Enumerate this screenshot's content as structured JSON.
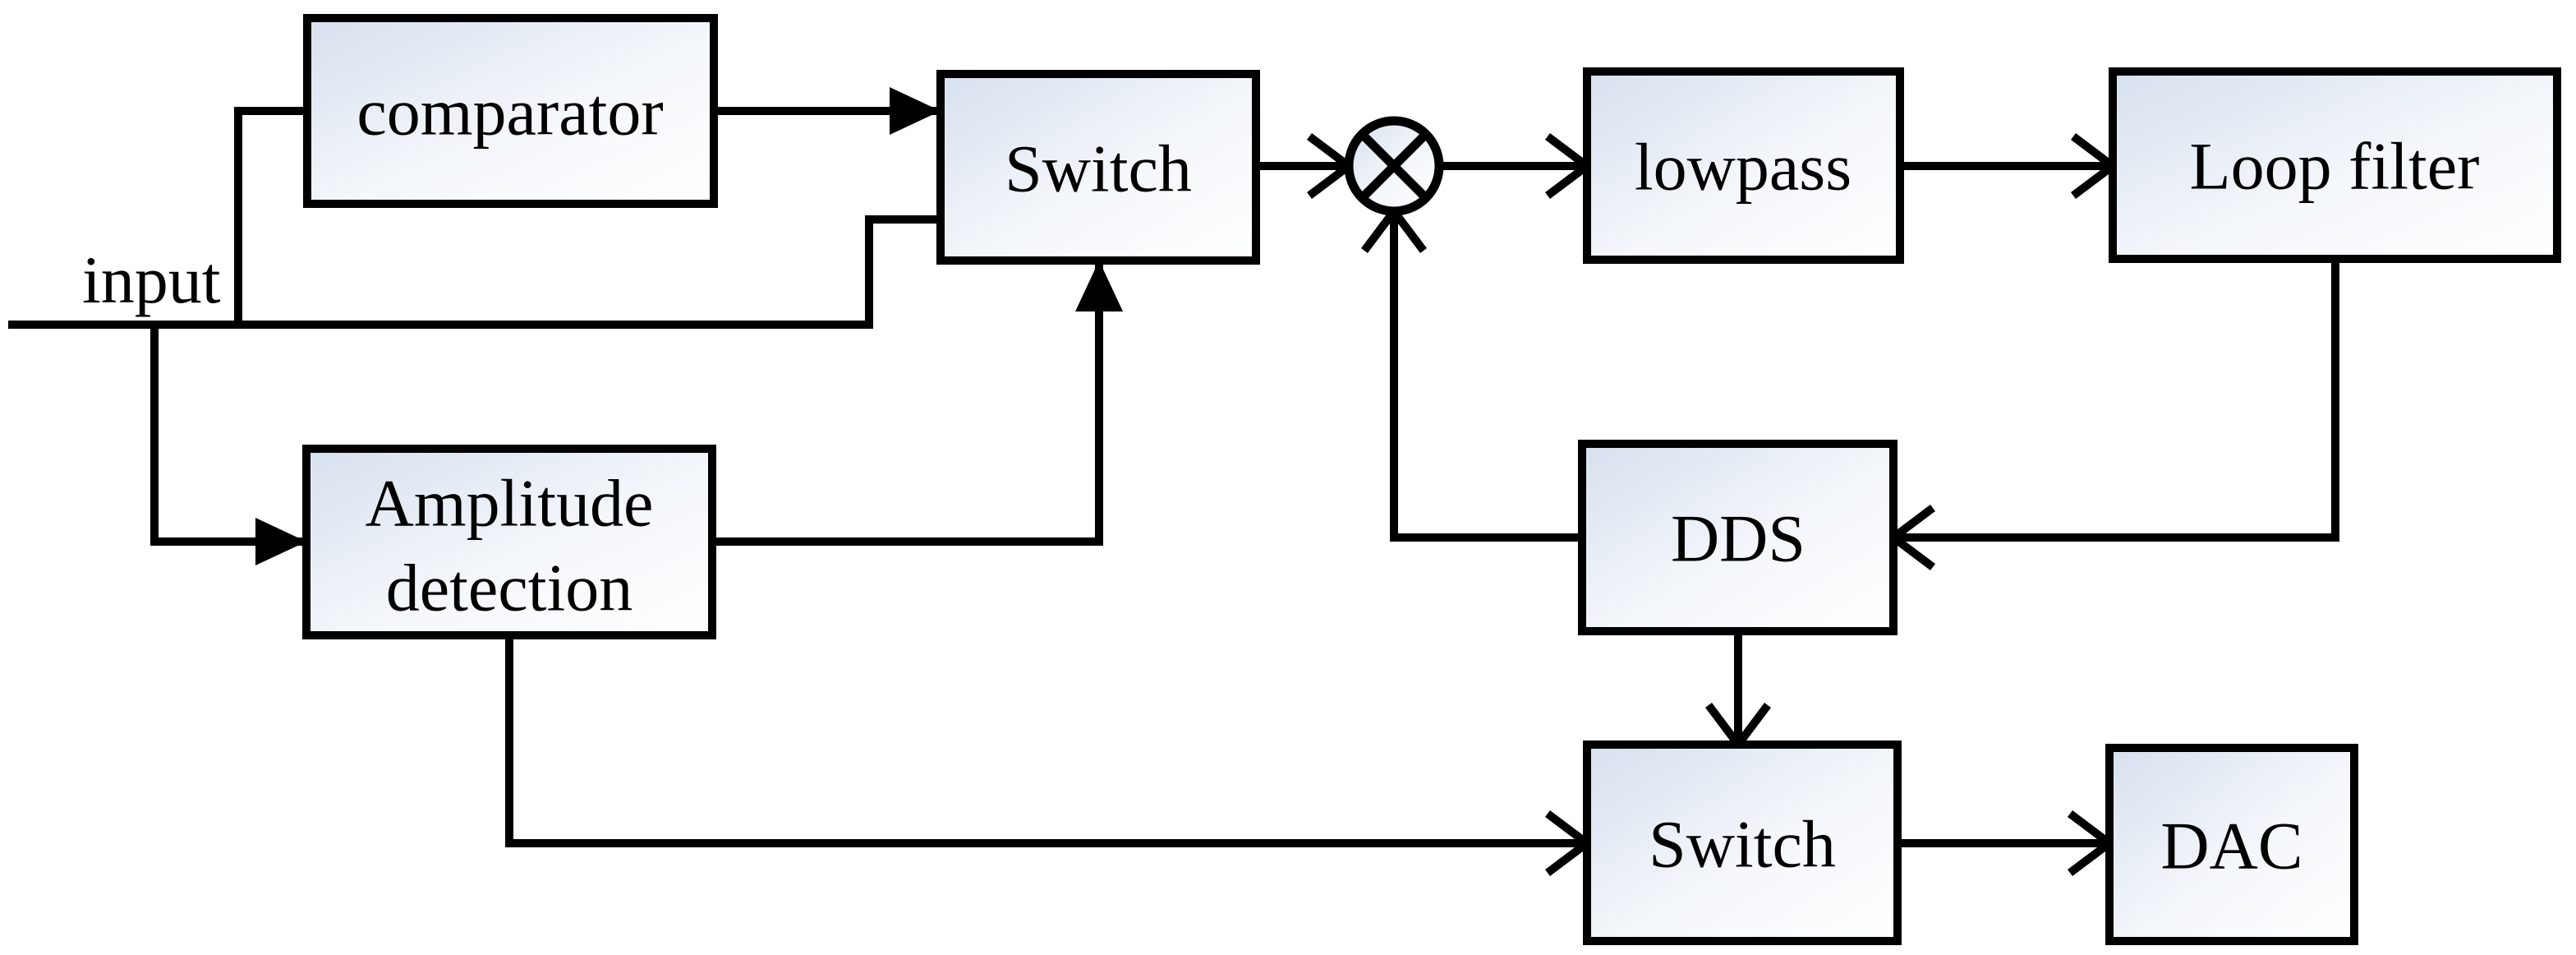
{
  "diagram": {
    "type": "block-diagram",
    "colors": {
      "background": "#ffffff",
      "stroke": "#000000",
      "box_gradient_start": "#d7e0ee",
      "box_gradient_mid": "#f4f7fb",
      "box_gradient_end": "#ffffff"
    },
    "input_label": "input",
    "nodes": {
      "comparator": {
        "label": "comparator"
      },
      "switch_top": {
        "label": "Switch"
      },
      "lowpass": {
        "label": "lowpass"
      },
      "loop_filter": {
        "label": "Loop filter"
      },
      "amplitude_detection": {
        "line1": "Amplitude",
        "line2": "detection"
      },
      "dds": {
        "label": "DDS"
      },
      "switch_bottom": {
        "label": "Switch"
      },
      "dac": {
        "label": "DAC"
      }
    },
    "icons": {
      "mixer": "circle-x-multiplier-icon"
    },
    "connections": [
      "input -> comparator",
      "input -> switch_top (lower port)",
      "input -> amplitude_detection",
      "comparator -> switch_top",
      "amplitude_detection -> switch_top (control, bottom)",
      "switch_top -> mixer",
      "mixer -> lowpass",
      "lowpass -> loop_filter",
      "loop_filter -> dds",
      "dds -> mixer",
      "dds -> switch_bottom (top)",
      "amplitude_detection -> switch_bottom",
      "switch_bottom -> dac"
    ]
  }
}
